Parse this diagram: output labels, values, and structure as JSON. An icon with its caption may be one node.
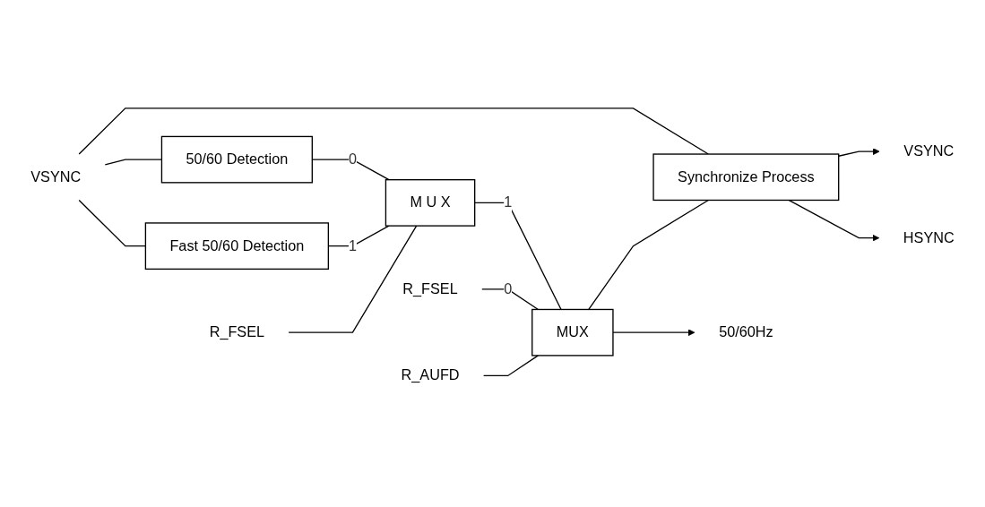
{
  "diagram": {
    "nodes": [
      {
        "text": [
          "VSYNC"
        ]
      },
      {
        "text": [
          "Synchronize Process"
        ]
      },
      {
        "text": [
          "VSYNC"
        ]
      },
      {
        "text": [
          "HSYNC"
        ]
      },
      {
        "text": [
          "50/60Hz"
        ]
      },
      {
        "text": [
          "MUX"
        ]
      },
      {
        "text": [
          "R_AUFD"
        ]
      },
      {
        "text": [
          "50/60 Detection"
        ]
      },
      {
        "text": [
          "Fast 50/60 Detection"
        ]
      },
      {
        "text": [
          "M U X"
        ]
      },
      {
        "text": [
          "R_FSEL"
        ]
      },
      {
        "text": [
          "R_FSEL"
        ]
      }
    ],
    "edges": [
      {
        "from": 0,
        "to": 1,
        "arrow": "none"
      },
      {
        "from": 0,
        "to": 7,
        "arrow": "none"
      },
      {
        "from": 0,
        "to": 8,
        "arrow": "none"
      },
      {
        "from": 1,
        "to": 2,
        "arrow": "to"
      },
      {
        "from": 1,
        "to": 3,
        "arrow": "to"
      },
      {
        "from": 5,
        "to": 1,
        "arrow": "none"
      },
      {
        "from": 5,
        "to": 4,
        "arrow": "to"
      },
      {
        "from": 7,
        "to": 9,
        "label": "0",
        "arrow": "none"
      },
      {
        "from": 8,
        "to": 9,
        "label": "1",
        "arrow": "none"
      },
      {
        "from": 9,
        "to": 5,
        "label": "1",
        "arrow": "none"
      },
      {
        "from": 11,
        "to": 5,
        "label": "0",
        "arrow": "none"
      },
      {
        "from": 10,
        "to": 9,
        "arrow": "none"
      },
      {
        "from": 6,
        "to": 5,
        "arrow": "none"
      }
    ]
  }
}
